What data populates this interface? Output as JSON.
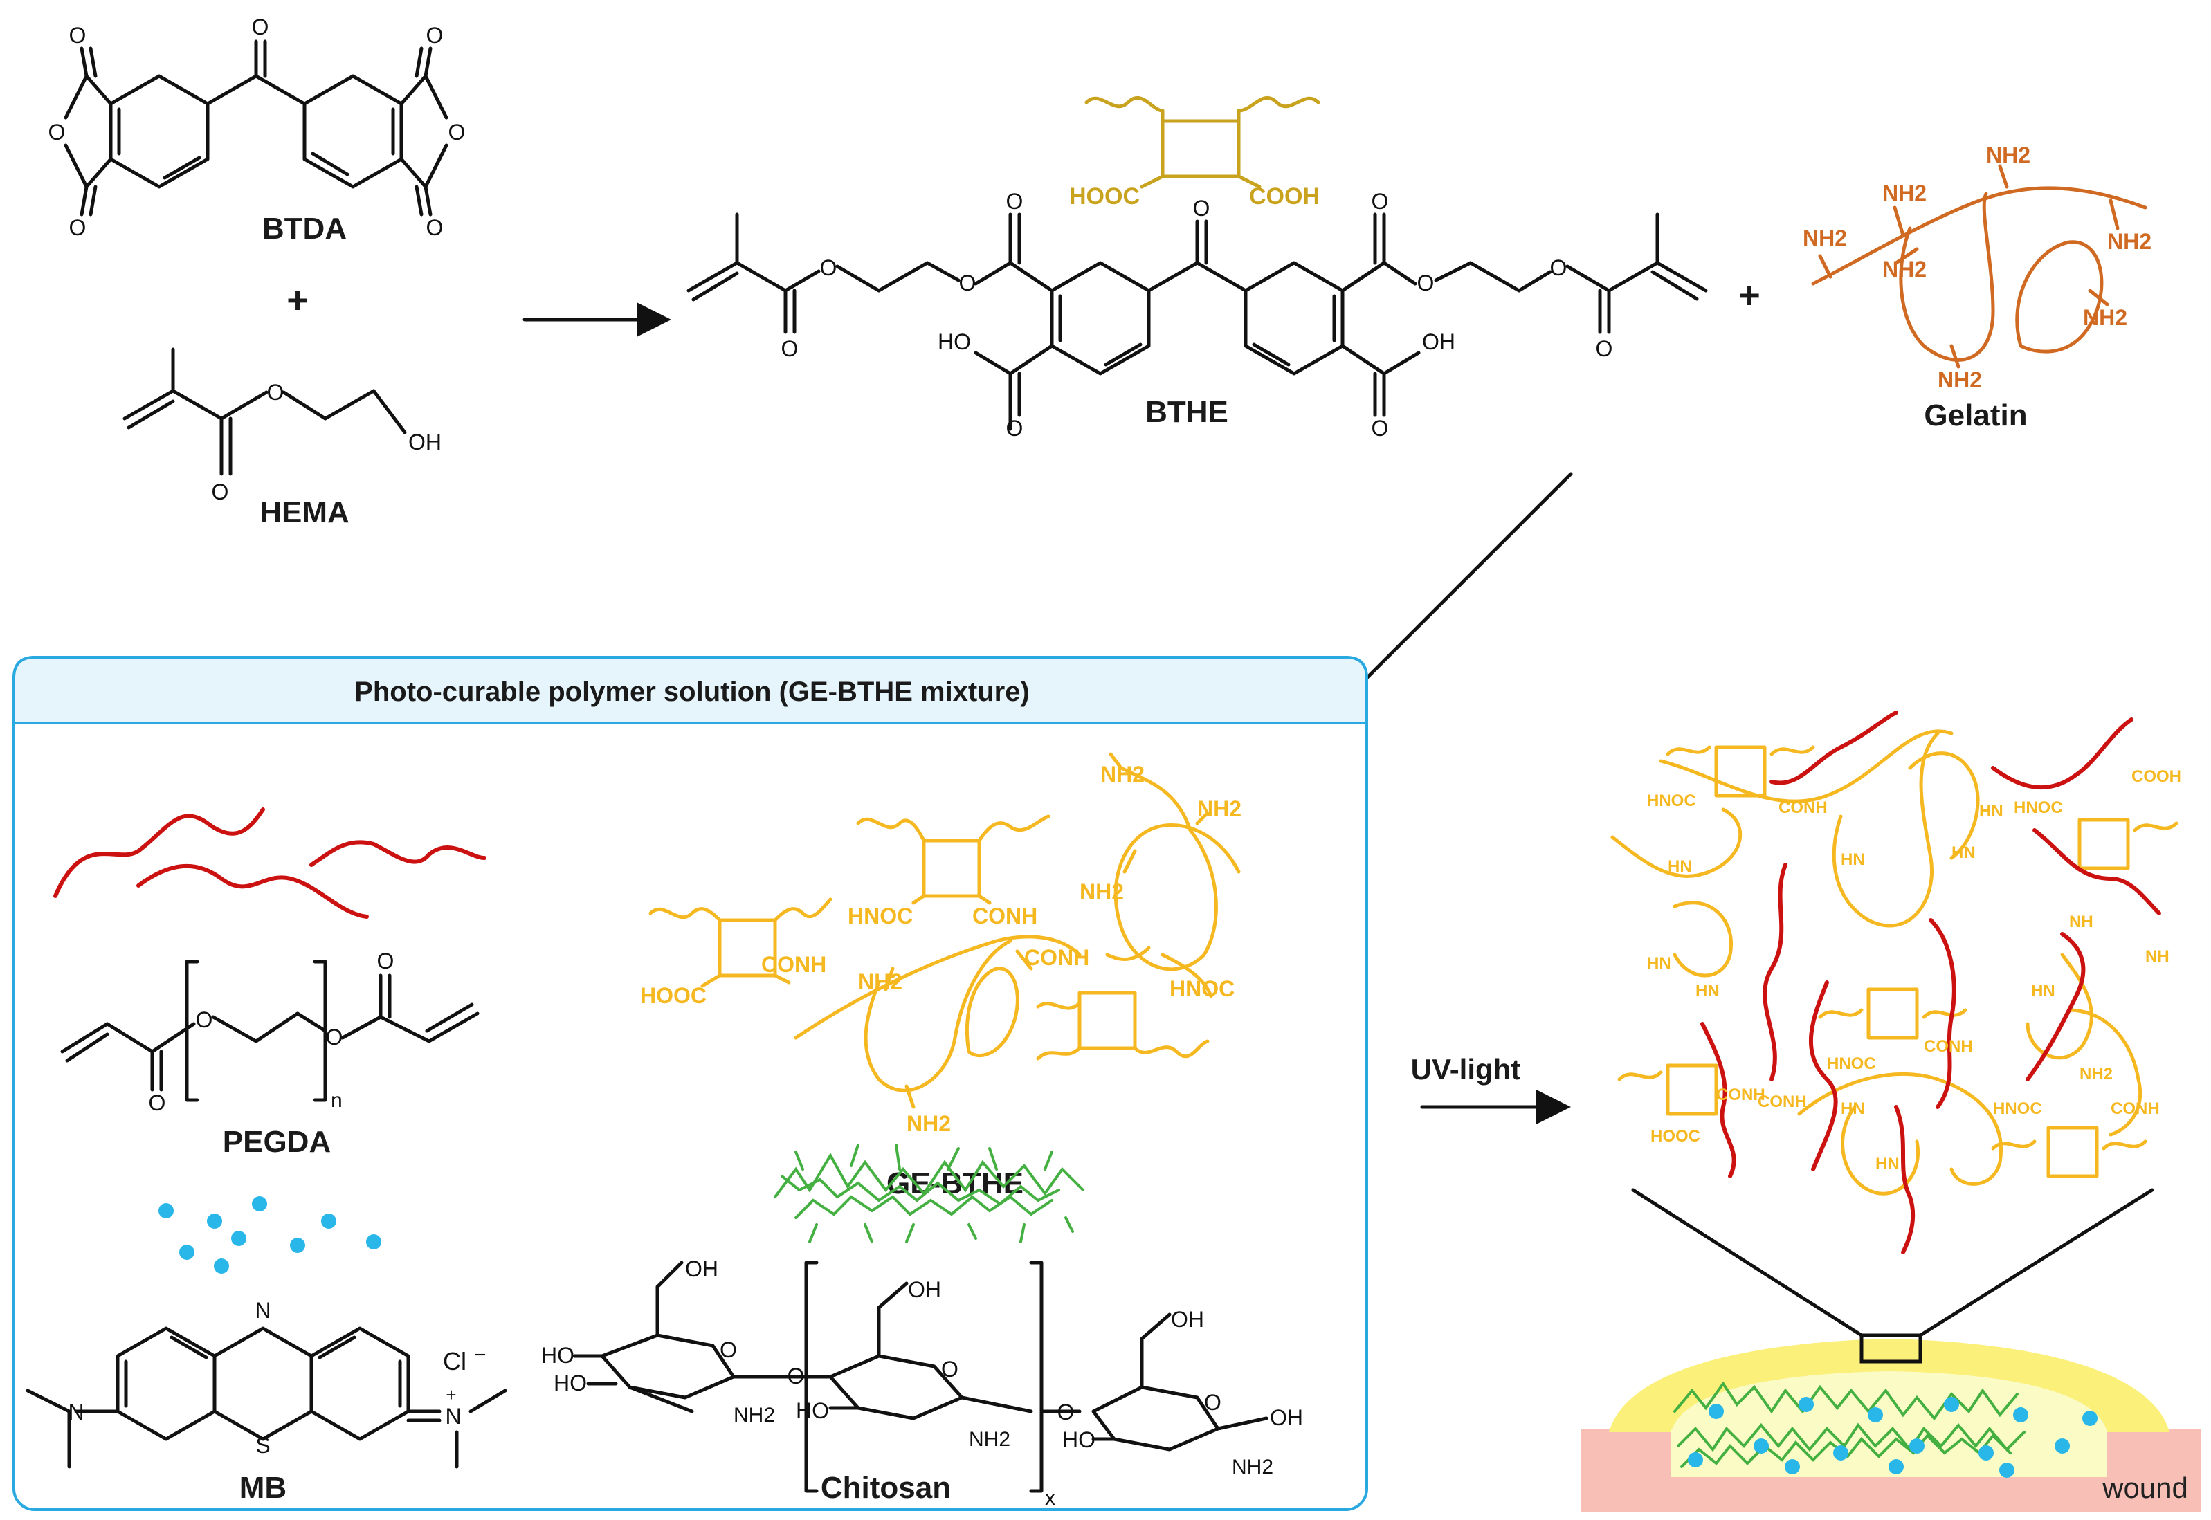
{
  "labels": {
    "btda": "BTDA",
    "plus1": "+",
    "hema": "HEMA",
    "bthe": "BTHE",
    "plus2": "+",
    "gelatin": "Gelatin",
    "panel_title": "Photo-curable polymer solution (GE-BTHE mixture)",
    "pegda": "PEGDA",
    "ge_bthe": "GE-BTHE",
    "mb": "MB",
    "chitosan": "Chitosan",
    "uv_light": "UV-light",
    "wound": "wound"
  },
  "atoms": {
    "o": "O",
    "oh": "OH",
    "ho": "HO",
    "n": "N",
    "s": "S",
    "nh2": "NH2",
    "n_sub": "n",
    "x_sub": "x",
    "cl": "Cl",
    "cl_charge": "−",
    "n_charge": "+",
    "hooc": "HOOC",
    "cooh": "COOH",
    "conh": "CONH",
    "hnoc": "HNOC",
    "hn": "HN",
    "nh": "NH"
  },
  "colors": {
    "bthe_gold": "#f5b820",
    "bthe_fragment": "#c9a21e",
    "gelatin": "#d06a22",
    "pegda_chain": "#cc1111",
    "chitosan": "#44b041",
    "mb_dot": "#29b6e8",
    "panel_border": "#29a9e0",
    "panel_header": "#e6f4fb",
    "hydrogel_outer": "#fbf07a",
    "hydrogel_inner": "#fbfbc6",
    "wound_skin": "#f7bfb6"
  },
  "icons": [
    "arrow-right-icon",
    "arrow-diagonal-icon",
    "zoom-box-icon"
  ]
}
